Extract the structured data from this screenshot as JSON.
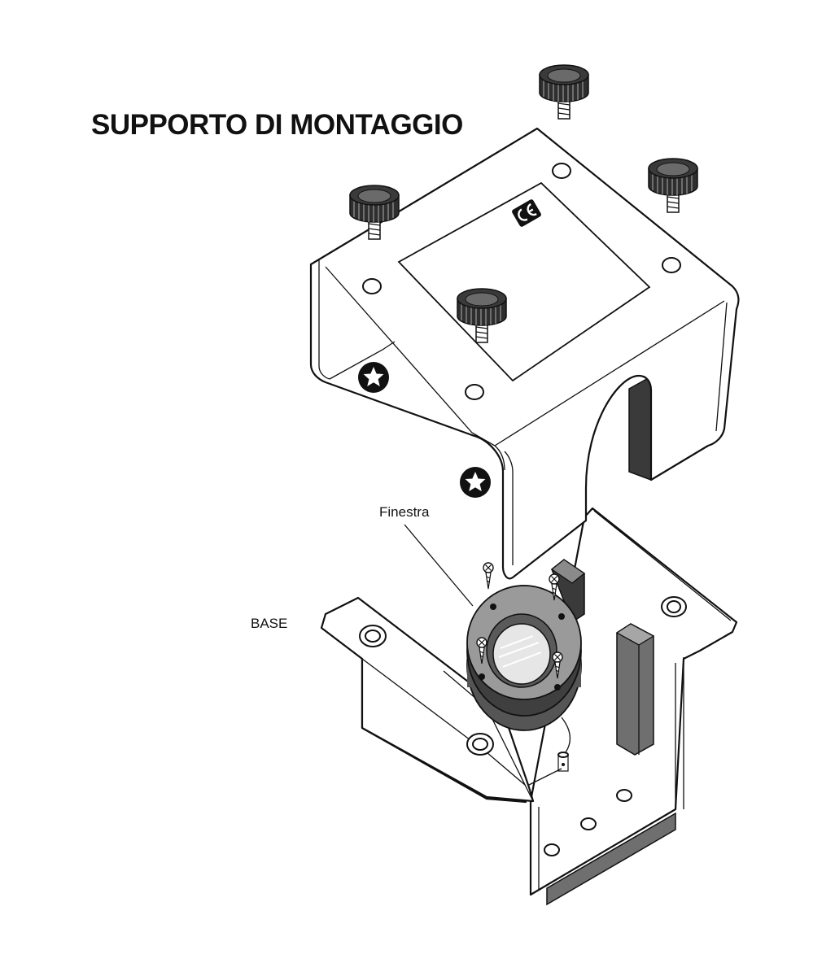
{
  "title": "SUPPORTO DI MONTAGGIO",
  "labels": {
    "window": "Finestra",
    "base": "BASE"
  },
  "icons": {
    "ce_mark": "ce-mark-icon",
    "star_fastener": "star-fastener-icon",
    "thumb_screw": "knurled-thumb-screw-icon",
    "wood_screw": "wood-screw-icon"
  },
  "colors": {
    "ink": "#111111",
    "shade_dark": "#3a3a3a",
    "shade_mid": "#6f6f6f",
    "background": "#ffffff"
  }
}
